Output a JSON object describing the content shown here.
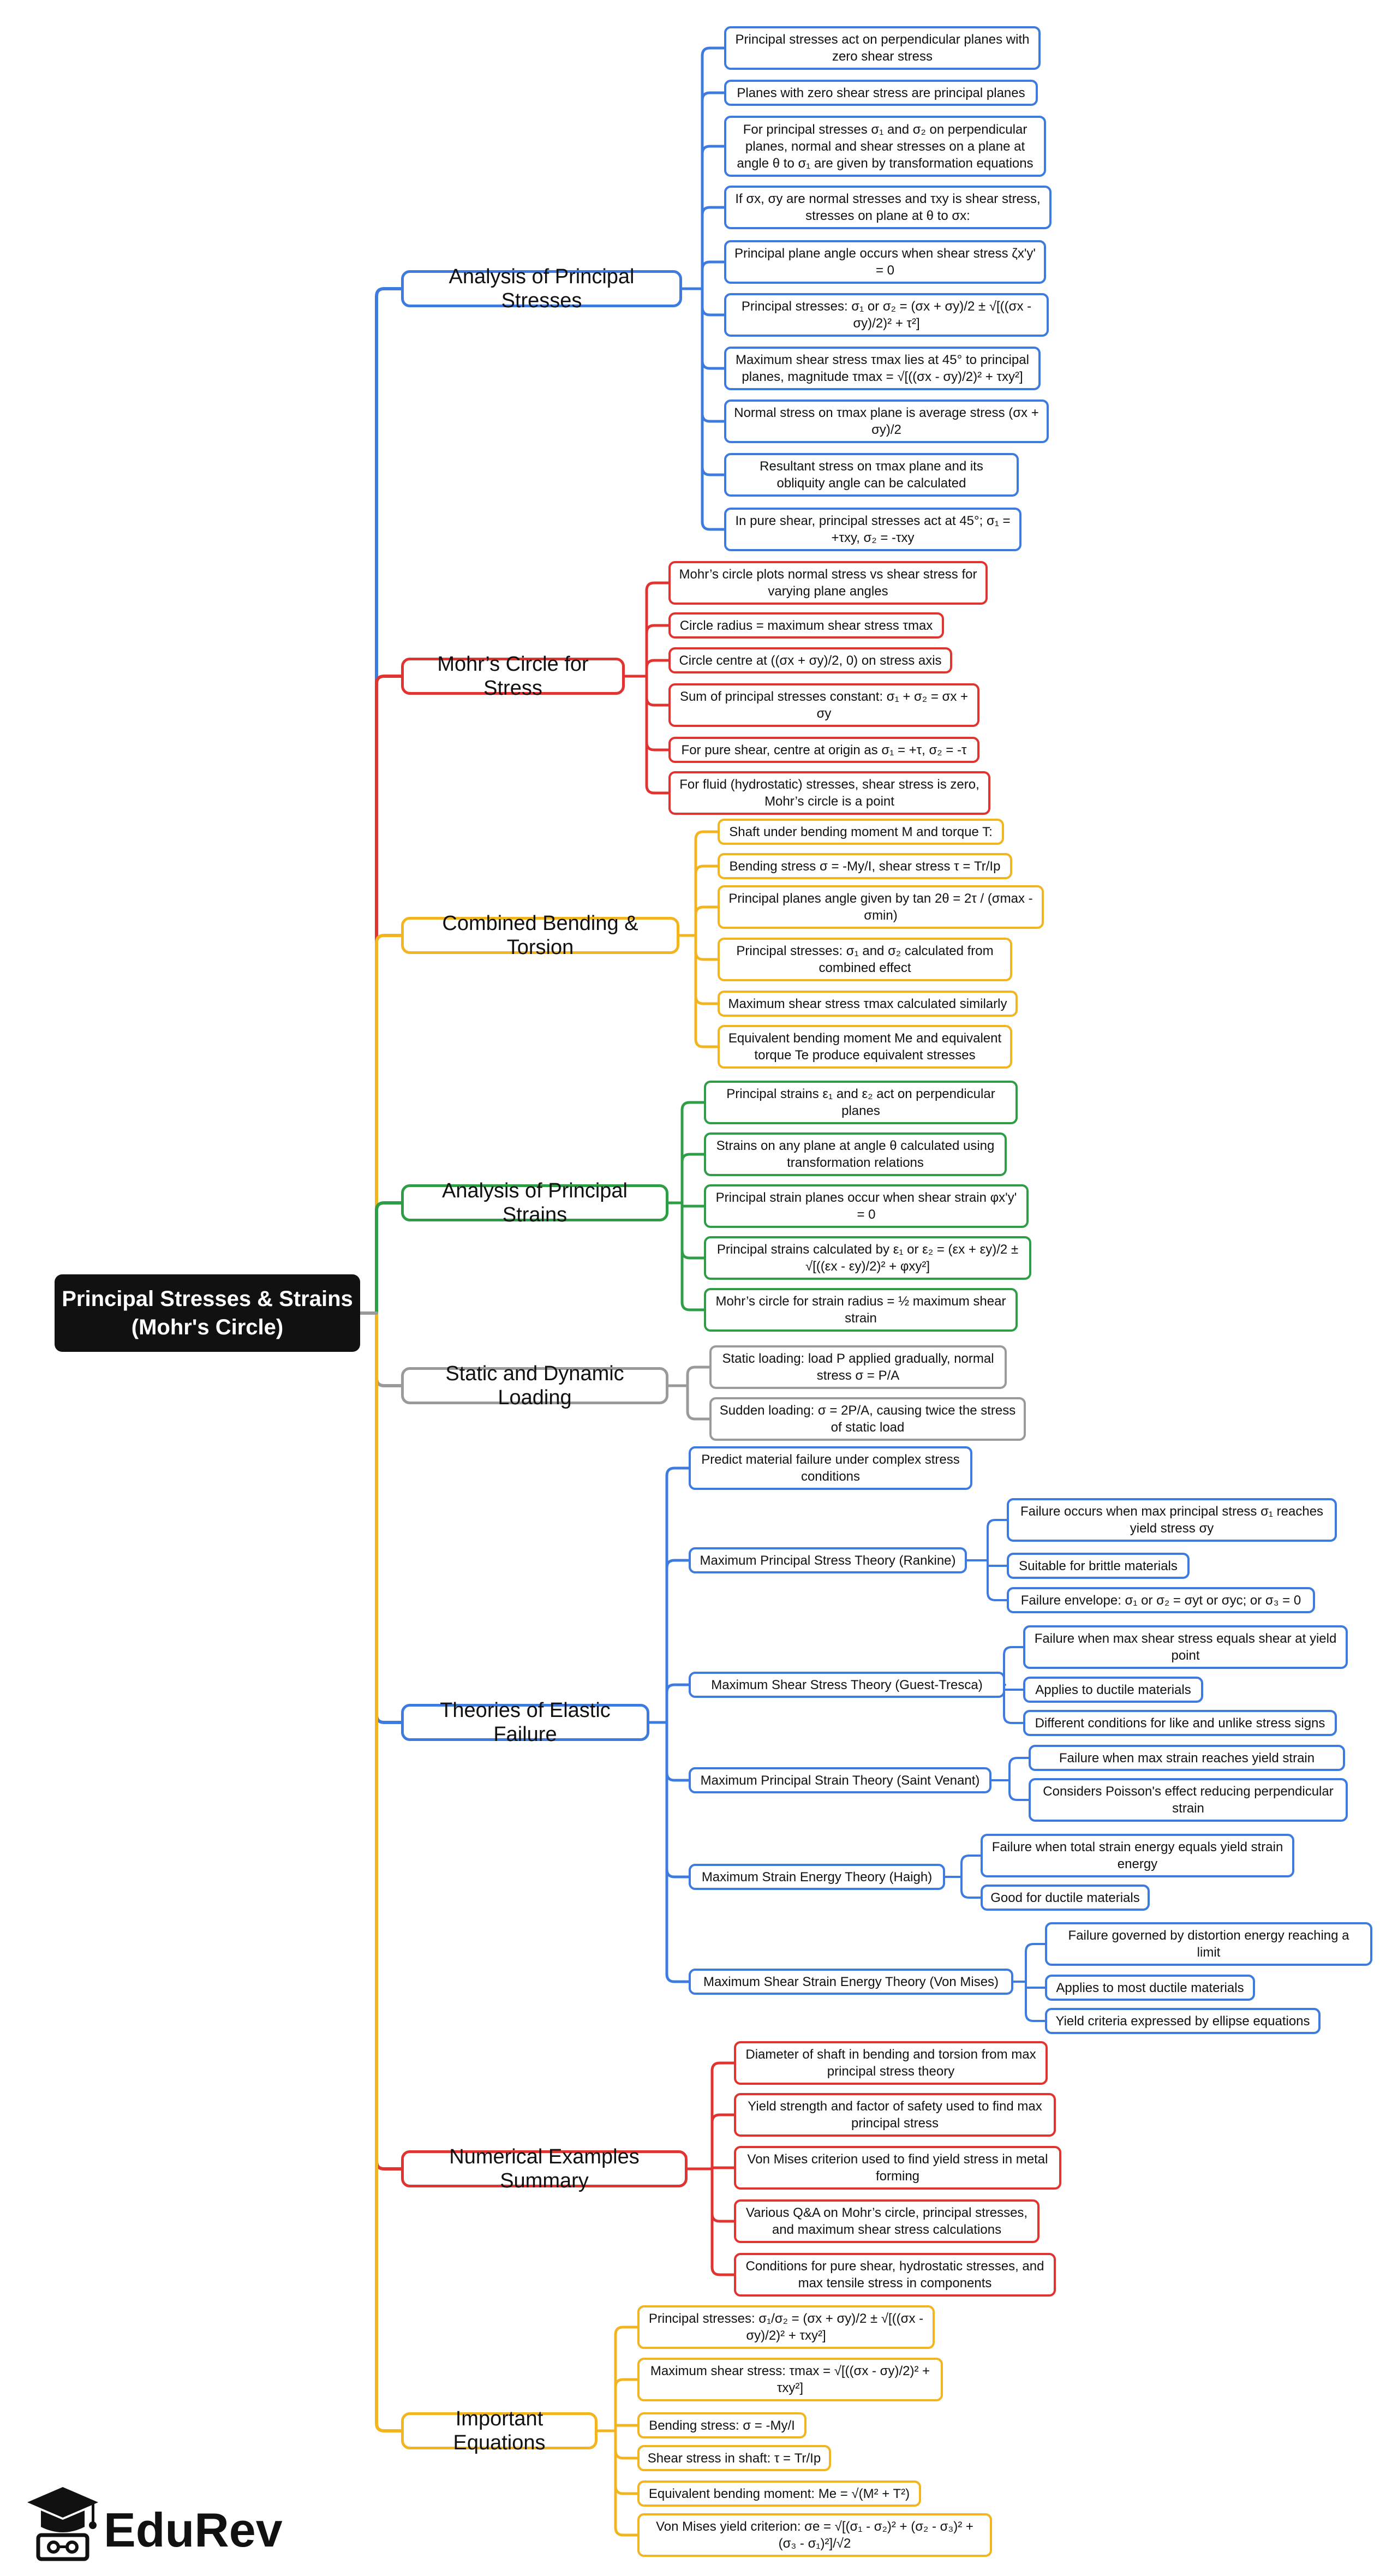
{
  "root": "Principal Stresses & Strains (Mohr's Circle)",
  "brand": "EduRev",
  "colors": {
    "blue": "#3e7be0",
    "red": "#e1332f",
    "yellow": "#f3b51f",
    "green": "#2d9e45",
    "gray": "#9a9a9a",
    "root_bg": "#111111"
  },
  "sections": [
    {
      "label": "Analysis of Principal Stresses",
      "color": "blue",
      "items": [
        {
          "label": "Principal stresses act on perpendicular planes with zero shear stress"
        },
        {
          "label": "Planes with zero shear stress are principal planes"
        },
        {
          "label": "For principal stresses σ₁ and σ₂ on perpendicular planes, normal and shear stresses on a plane at angle θ to σ₁ are given by transformation equations"
        },
        {
          "label": "If σx, σy are normal stresses and τxy is shear stress, stresses on plane at θ to σx:"
        },
        {
          "label": "Principal plane angle occurs when shear stress ζx'y' = 0"
        },
        {
          "label": "Principal stresses: σ₁ or σ₂ = (σx + σy)/2 ± √[((σx - σy)/2)² + τ²]"
        },
        {
          "label": "Maximum shear stress τmax lies at 45° to principal planes, magnitude τmax = √[((σx - σy)/2)² + τxy²]"
        },
        {
          "label": "Normal stress on τmax plane is average stress (σx + σy)/2"
        },
        {
          "label": "Resultant stress on τmax plane and its obliquity angle can be calculated"
        },
        {
          "label": "In pure shear, principal stresses act at 45°; σ₁ = +τxy, σ₂ = -τxy"
        }
      ]
    },
    {
      "label": "Mohr’s Circle for Stress",
      "color": "red",
      "items": [
        {
          "label": "Mohr’s circle plots normal stress vs shear stress for varying plane angles"
        },
        {
          "label": "Circle radius = maximum shear stress τmax"
        },
        {
          "label": "Circle centre at ((σx + σy)/2, 0) on stress axis"
        },
        {
          "label": "Sum of principal stresses constant: σ₁ + σ₂ = σx + σy"
        },
        {
          "label": "For pure shear, centre at origin as σ₁ = +τ, σ₂ = -τ"
        },
        {
          "label": "For fluid (hydrostatic) stresses, shear stress is zero, Mohr’s circle is a point"
        }
      ]
    },
    {
      "label": "Combined Bending & Torsion",
      "color": "yellow",
      "items": [
        {
          "label": "Shaft under bending moment M and torque T:"
        },
        {
          "label": "Bending stress σ = -My/I, shear stress τ = Tr/Ip"
        },
        {
          "label": "Principal planes angle given by tan 2θ = 2τ / (σmax - σmin)"
        },
        {
          "label": "Principal stresses: σ₁ and σ₂ calculated from combined effect"
        },
        {
          "label": "Maximum shear stress τmax calculated similarly"
        },
        {
          "label": "Equivalent bending moment Me and equivalent torque Te produce equivalent stresses"
        }
      ]
    },
    {
      "label": "Analysis of Principal Strains",
      "color": "green",
      "items": [
        {
          "label": "Principal strains ε₁ and ε₂ act on perpendicular planes"
        },
        {
          "label": "Strains on any plane at angle θ calculated using transformation relations"
        },
        {
          "label": "Principal strain planes occur when shear strain φx'y' = 0"
        },
        {
          "label": "Principal strains calculated by ε₁ or ε₂ = (εx + εy)/2 ± √[((εx - εy)/2)² + φxy²]"
        },
        {
          "label": "Mohr’s circle for strain radius = ½ maximum shear strain"
        }
      ]
    },
    {
      "label": "Static and Dynamic Loading",
      "color": "gray",
      "items": [
        {
          "label": "Static loading: load P applied gradually, normal stress σ = P/A"
        },
        {
          "label": "Sudden loading: σ = 2P/A, causing twice the stress of static load"
        }
      ]
    },
    {
      "label": "Theories of Elastic Failure",
      "color": "blue",
      "items": [
        {
          "label": "Predict material failure under complex stress conditions",
          "children": []
        },
        {
          "label": "Maximum Principal Stress Theory (Rankine)",
          "children": [
            "Failure occurs when max principal stress σ₁ reaches yield stress σy",
            "Suitable for brittle materials",
            "Failure envelope: σ₁ or σ₂ = σyt or σyc; or σ₃ = 0"
          ]
        },
        {
          "label": "Maximum Shear Stress Theory (Guest-Tresca)",
          "children": [
            "Failure when max shear stress equals shear at yield point",
            "Applies to ductile materials",
            "Different conditions for like and unlike stress signs"
          ]
        },
        {
          "label": "Maximum Principal Strain Theory (Saint Venant)",
          "children": [
            "Failure when max strain reaches yield strain",
            "Considers Poisson's effect reducing perpendicular strain"
          ]
        },
        {
          "label": "Maximum Strain Energy Theory (Haigh)",
          "children": [
            "Failure when total strain energy equals yield strain energy",
            "Good for ductile materials"
          ]
        },
        {
          "label": "Maximum Shear Strain Energy Theory (Von Mises)",
          "children": [
            "Failure governed by distortion energy reaching a limit",
            "Applies to most ductile materials",
            "Yield criteria expressed by ellipse equations"
          ]
        }
      ]
    },
    {
      "label": "Numerical Examples Summary",
      "color": "red",
      "items": [
        {
          "label": "Diameter of shaft in bending and torsion from max principal stress theory"
        },
        {
          "label": "Yield strength and factor of safety used to find max principal stress"
        },
        {
          "label": "Von Mises criterion used to find yield stress in metal forming"
        },
        {
          "label": "Various Q&A on Mohr’s circle, principal stresses, and maximum shear stress calculations"
        },
        {
          "label": "Conditions for pure shear, hydrostatic stresses, and max tensile stress in components"
        }
      ]
    },
    {
      "label": "Important Equations",
      "color": "yellow",
      "items": [
        {
          "label": "Principal stresses: σ₁/σ₂ = (σx + σy)/2 ± √[((σx - σy)/2)² + τxy²]"
        },
        {
          "label": "Maximum shear stress: τmax = √[((σx - σy)/2)² + τxy²]"
        },
        {
          "label": "Bending stress: σ = -My/I"
        },
        {
          "label": "Shear stress in shaft: τ = Tr/Ip"
        },
        {
          "label": "Equivalent bending moment: Me = √(M² + T²)"
        },
        {
          "label": "Von Mises yield criterion: σe = √[(σ₁ - σ₂)² + (σ₂ - σ₃)² + (σ₃ - σ₁)²]/√2"
        }
      ]
    }
  ]
}
